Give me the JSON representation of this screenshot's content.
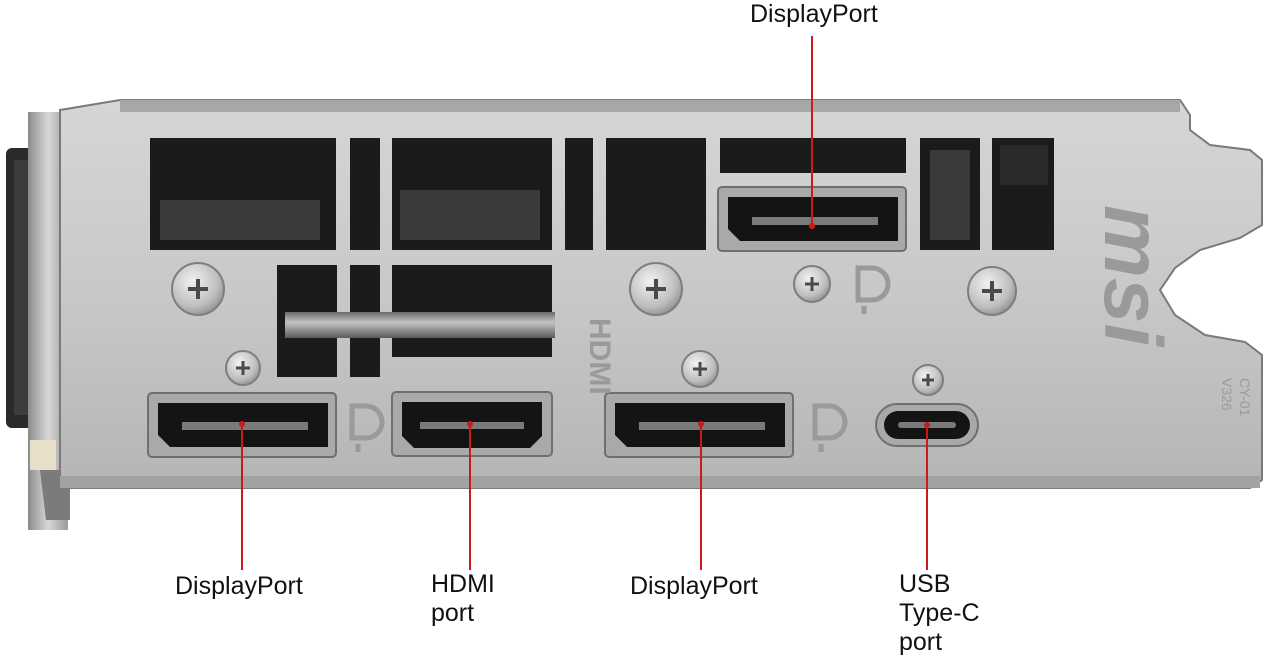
{
  "callouts": {
    "top_displayport": "DisplayPort",
    "bottom_left_displayport": "DisplayPort",
    "hdmi_line1": "HDMI",
    "hdmi_line2": "port",
    "bottom_mid_displayport": "DisplayPort",
    "usbc_line1": "USB",
    "usbc_line2": "Type-C",
    "usbc_line3": "port"
  },
  "bracket": {
    "brand_logo": "msi",
    "hdmi_engraving": "HDMI",
    "model_engraving_line1": "V326",
    "model_engraving_line2": "CY-01",
    "dp_symbol": "D"
  },
  "colors": {
    "leader_line": "#cc1a1a",
    "bracket_metal": "#c9c9c9",
    "bracket_shadow": "#8c8c8c",
    "vent_dark": "#1b1b1b",
    "port_dark": "#141414"
  },
  "icons": [
    "screw-icon",
    "displayport-logo-icon",
    "msi-logo-icon"
  ]
}
